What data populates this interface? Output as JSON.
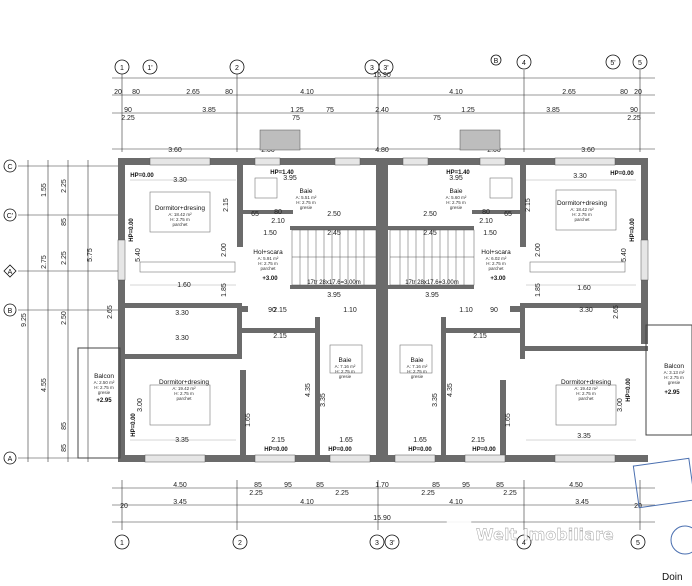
{
  "axes_top": [
    "1",
    "1'",
    "2",
    "3",
    "3'",
    "B",
    "4",
    "5'",
    "5"
  ],
  "axes_bottom": [
    "1",
    "2",
    "3",
    "3'",
    "4",
    "5"
  ],
  "axes_left": [
    "C",
    "C'",
    "A",
    "B",
    "A"
  ],
  "dims": {
    "top_total": "15.90",
    "top_row1": [
      "20",
      "80",
      "2.65",
      "80",
      "4.10",
      "4.10",
      "2.65",
      "80",
      "20"
    ],
    "top_row2": [
      "90",
      "2.25",
      "3.85",
      "1.25",
      "75",
      "75",
      "2.40",
      "75",
      "1.25",
      "3.85",
      "2.25",
      "90"
    ],
    "top_row3": [
      "3.60",
      "2.00",
      "4.80",
      "2.00",
      "3.60"
    ],
    "left_outer": [
      "9.25"
    ],
    "left_mid": [
      "1.55",
      "2.75",
      "5.75",
      "4.55"
    ],
    "left_inner": [
      "2.25",
      "85",
      "2.25",
      "2.50",
      "85",
      "85"
    ],
    "bottom_row1": [
      "4.50",
      "85",
      "95",
      "85",
      "1.70",
      "85",
      "95",
      "85",
      "4.50"
    ],
    "bottom_row2": [
      "2.25",
      "2.25",
      "2.25",
      "2.25"
    ],
    "bottom_row3": [
      "3.45",
      "4.10",
      "4.10",
      "3.45"
    ],
    "bottom_total": "15.90",
    "bottom_edge": [
      "20",
      "20"
    ],
    "interior": [
      "3.30",
      "3.95",
      "3.95",
      "3.30",
      "2.15",
      "2.50",
      "2.50",
      "2.15",
      "1.50",
      "2.45",
      "2.45",
      "1.50",
      "1.60",
      "1.60",
      "3.30",
      "3.30",
      "3.30",
      "2.15",
      "2.15",
      "2.15",
      "3.35",
      "3.35",
      "2.15",
      "2.15",
      "1.65",
      "1.65",
      "1.65",
      "1.65",
      "3.95",
      "3.95",
      "65",
      "80",
      "2.10",
      "2.10",
      "80",
      "65",
      "90",
      "90",
      "1.10",
      "1.10",
      "3.00",
      "3.00",
      "4.35",
      "4.35",
      "3.35",
      "3.35",
      "2.65",
      "2.65",
      "1.85",
      "1.85",
      "5.40",
      "5.40",
      "2.00",
      "2.00"
    ]
  },
  "rooms": [
    {
      "name": "Dormitor+dresing",
      "area": "A: 18.42 m²",
      "height": "H: 2.75 m",
      "floor": "parchet"
    },
    {
      "name": "Baie",
      "area": "A: 5.51 m²",
      "height": "H: 2.75 m",
      "floor": "gresie"
    },
    {
      "name": "Hol+scara",
      "area": "A: 5.91 m²",
      "height": "H: 2.75 m",
      "floor": "parchet"
    },
    {
      "name": "Baie",
      "area": "A: 5.60 m²",
      "height": "H: 2.75 m",
      "floor": "gresie"
    },
    {
      "name": "Hol+scara",
      "area": "A: 6.02 m²",
      "height": "H: 2.75 m",
      "floor": "parchet"
    },
    {
      "name": "Dormitor+dresing",
      "area": "A: 18.42 m²",
      "height": "H: 2.75 m",
      "floor": "parchet"
    },
    {
      "name": "Dormitor+dresing",
      "area": "A: 19.42 m²",
      "height": "H: 2.75 m",
      "floor": "parchet"
    },
    {
      "name": "Baie",
      "area": "A: 7.16 m²",
      "height": "H: 2.75 m",
      "floor": "gresie"
    },
    {
      "name": "Baie",
      "area": "A: 7.16 m²",
      "height": "H: 2.75 m",
      "floor": "gresie"
    },
    {
      "name": "Dormitor+dresing",
      "area": "A: 19.42 m²",
      "height": "H: 2.75 m",
      "floor": "parchet"
    },
    {
      "name": "Balcon",
      "area": "A: 2.50 m²",
      "height": "H: 2.75 m",
      "floor": "gresie"
    },
    {
      "name": "Balcon",
      "area": "A: 3.13 m²",
      "height": "H: 2.75 m",
      "floor": "gresie"
    }
  ],
  "levels": {
    "hp0": "HP=0.00",
    "hp140": "HP=1.40",
    "plus295": "+2.95",
    "plus300": "+3.00"
  },
  "stairs": [
    "17tr 28x17.6=3.00m",
    "17tr 28x17.6=3.00m"
  ],
  "watermark": "Welt Imobiliare",
  "corner_text": "Doin"
}
